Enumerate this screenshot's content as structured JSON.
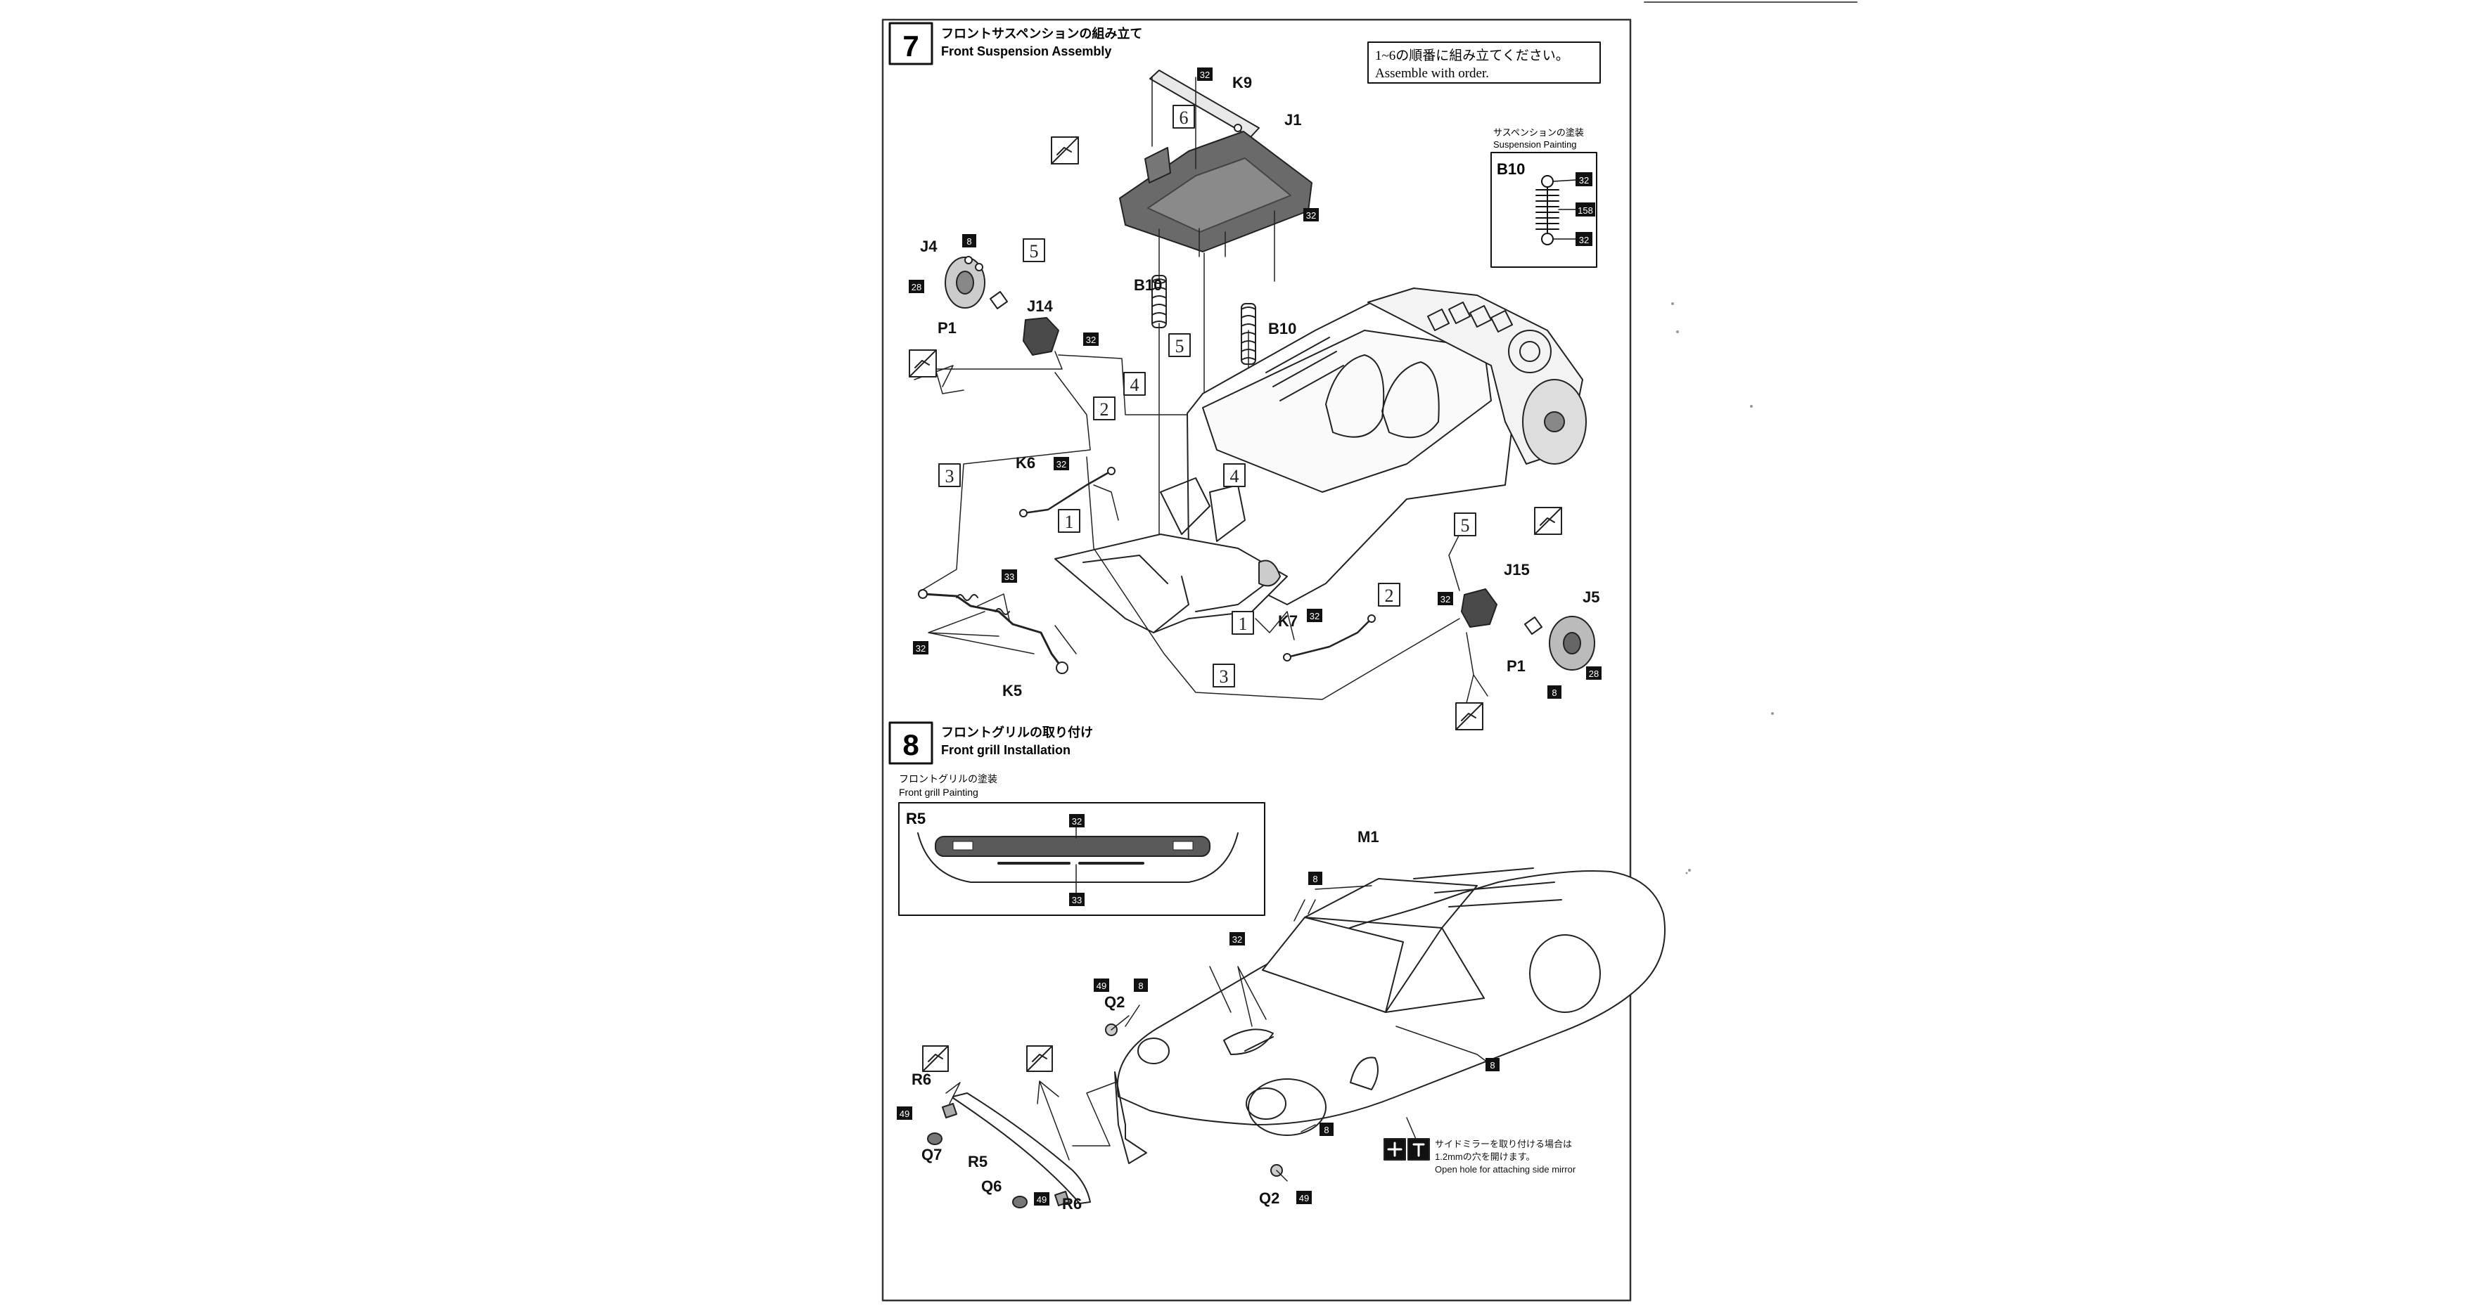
{
  "step7": {
    "number": "7",
    "title_jp": "フロントサスペンションの組み立て",
    "title_en": "Front Suspension Assembly",
    "order_note_jp": "1~6の順番に組み立てください。",
    "order_note_en": "Assemble with order.",
    "painting_title_jp": "サスペンションの塗装",
    "painting_title_en": "Suspension Painting",
    "parts": {
      "k9": "K9",
      "j1": "J1",
      "j4": "J4",
      "j14": "J14",
      "p1_left": "P1",
      "b10_left": "B10",
      "b10_right": "B10",
      "k6": "K6",
      "k7": "K7",
      "k5": "K5",
      "j15": "J15",
      "j5": "J5",
      "p1_right": "P1",
      "b10_paint": "B10"
    },
    "colors": {
      "c8": "8",
      "c28": "28",
      "c32": "32",
      "c33": "33",
      "c158": "158"
    },
    "steps": {
      "s1": "1",
      "s2": "2",
      "s3": "3",
      "s4": "4",
      "s5": "5",
      "s6": "6"
    }
  },
  "step8": {
    "number": "8",
    "title_jp": "フロントグリルの取り付け",
    "title_en": "Front grill Installation",
    "painting_title_jp": "フロントグリルの塗装",
    "painting_title_en": "Front grill Painting",
    "parts": {
      "r5_box": "R5",
      "m1": "M1",
      "q2_top": "Q2",
      "q2_bottom": "Q2",
      "r6_left": "R6",
      "r6_right": "R6",
      "q7": "Q7",
      "r5": "R5",
      "q6": "Q6"
    },
    "colors": {
      "c8": "8",
      "c32": "32",
      "c33": "33",
      "c49": "49"
    },
    "mirror_note_jp1": "サイドミラーを取り付ける場合は",
    "mirror_note_jp2": "1.2mmの穴を開けます。",
    "mirror_note_en": "Open hole for attaching side mirror"
  }
}
